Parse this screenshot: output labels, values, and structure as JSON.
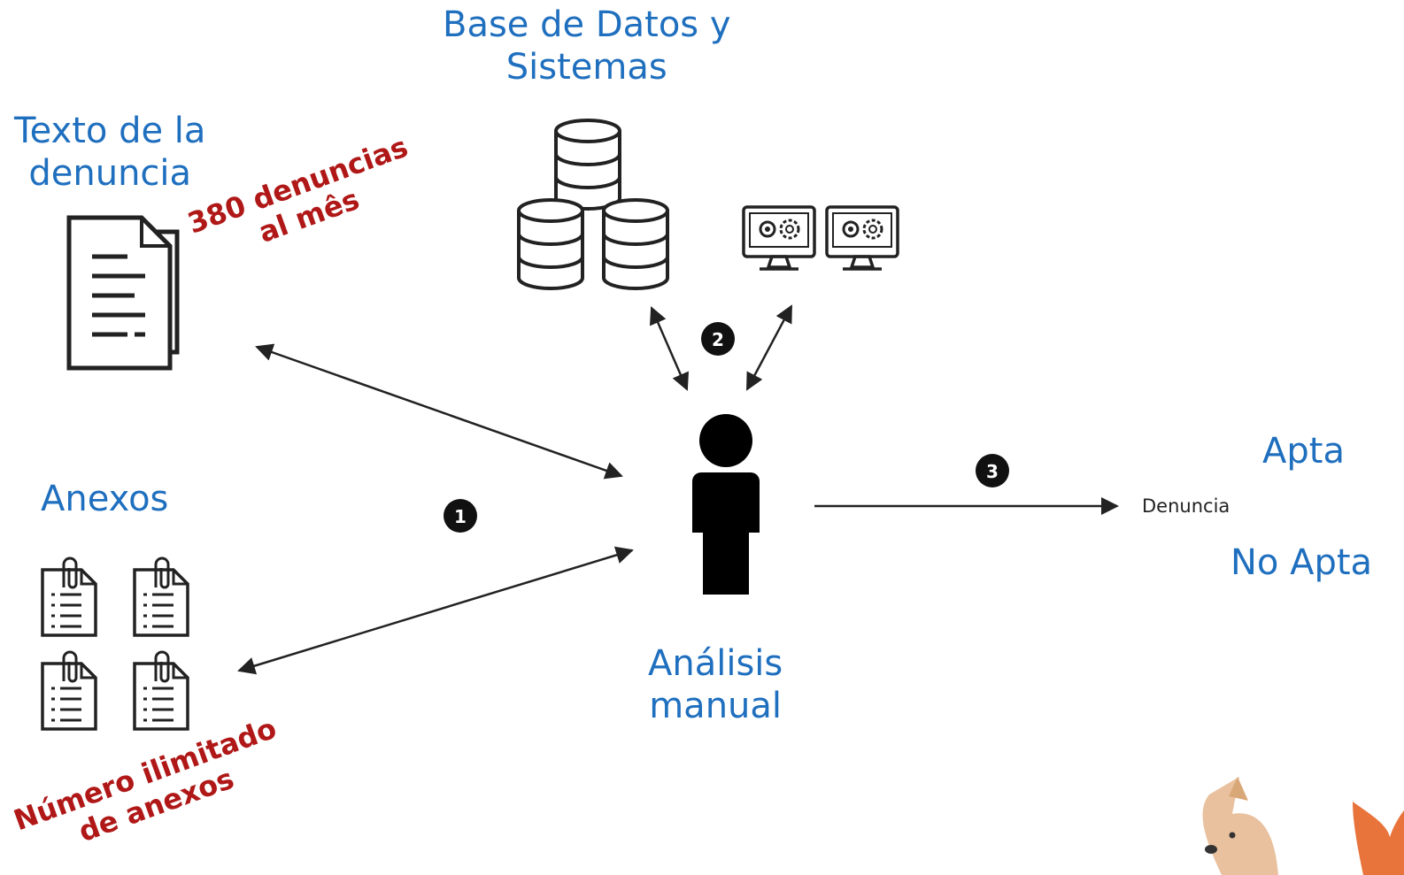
{
  "labels": {
    "database_title": "Base de Datos y\nSistemas",
    "text_title": "Texto de la\ndenuncia",
    "annex_title": "Anexos",
    "analysis_title": "Análisis\nmanual",
    "apta": "Apta",
    "no_apta": "No Apta",
    "denuncia": "Denuncia"
  },
  "annotations": {
    "monthly_volume": "380 denuncias\nal mês",
    "annex_limit": "Número ilimitado\nde anexos"
  },
  "steps": [
    "1",
    "2",
    "3"
  ],
  "icons": [
    "database-icon",
    "computer-gears-icon",
    "document-icon",
    "attachment-icon",
    "person-icon",
    "fox-mascot-icon"
  ],
  "colors": {
    "label_blue": "#1f6fbf",
    "annotation_red": "#b01818",
    "ink": "#111111"
  }
}
